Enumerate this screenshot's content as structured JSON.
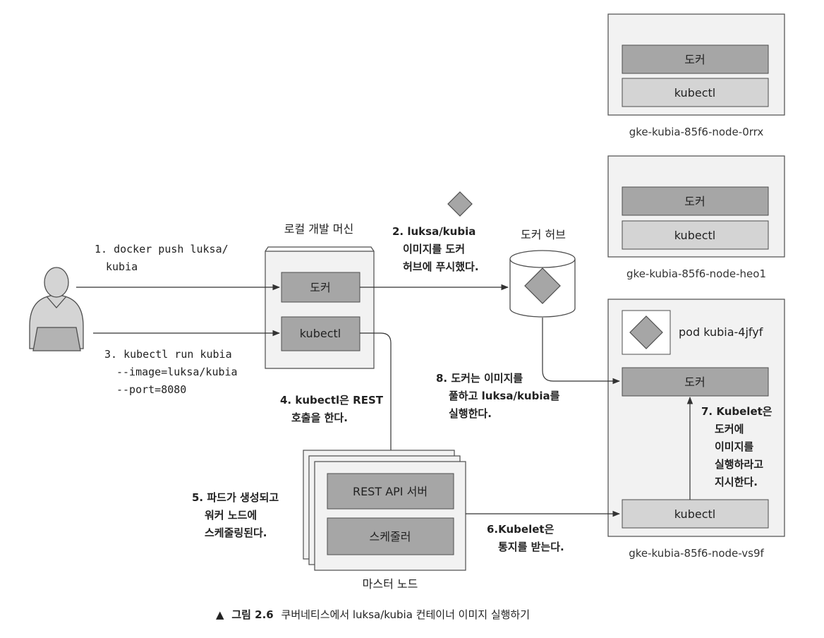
{
  "nodes": {
    "top": {
      "name": "gke-kubia-85f6-node-0rrx",
      "docker": "도커",
      "kubectl": "kubectl"
    },
    "middle": {
      "name": "gke-kubia-85f6-node-heo1",
      "docker": "도커",
      "kubectl": "kubectl"
    },
    "bottom": {
      "name": "gke-kubia-85f6-node-vs9f",
      "pod": "pod kubia-4jfyf",
      "docker": "도커",
      "kubectl": "kubectl"
    }
  },
  "local_machine": {
    "title": "로컬 개발 머신",
    "docker": "도커",
    "kubectl": "kubectl"
  },
  "docker_hub": {
    "title": "도커 허브"
  },
  "master": {
    "title": "마스터 노드",
    "api": "REST API 서버",
    "scheduler": "스케줄러"
  },
  "steps": {
    "s1": [
      "1. docker push luksa/",
      "kubia"
    ],
    "s2": [
      "2. luksa/kubia",
      "이미지를 도커",
      "허브에 푸시했다."
    ],
    "s3": [
      "3. kubectl run kubia",
      "--image=luksa/kubia",
      "--port=8080"
    ],
    "s4": [
      "4. kubectl은 REST",
      "호출을 한다."
    ],
    "s5": [
      "5. 파드가 생성되고",
      "워커 노드에",
      "스케줄링된다."
    ],
    "s6": [
      "6.Kubelet은",
      "통지를 받는다."
    ],
    "s7": [
      "7. Kubelet은",
      "도커에",
      "이미지를",
      "실행하라고",
      "지시한다."
    ],
    "s8": [
      "8. 도커는 이미지를",
      "풀하고 luksa/kubia를",
      "실행한다."
    ]
  },
  "caption": {
    "marker": "▲",
    "figure": "그림 2.6",
    "text": "쿠버네티스에서 luksa/kubia 컨테이너 이미지 실행하기"
  },
  "colors": {
    "box_dark": "#a6a6a6",
    "box_light": "#d4d4d4",
    "panel": "#f2f2f2",
    "border": "#4d4d4d",
    "line": "#333333"
  }
}
